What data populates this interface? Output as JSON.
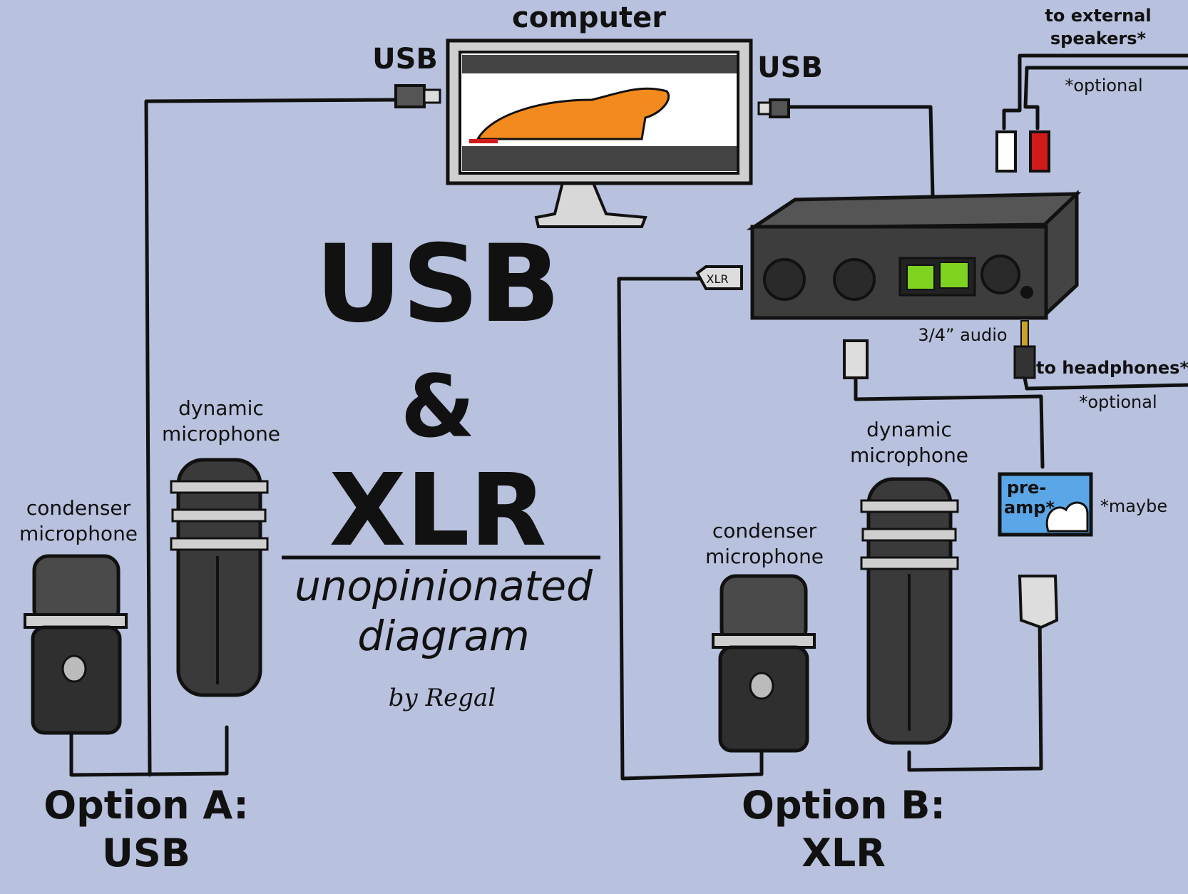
{
  "colors": {
    "background": "#b8c1dd",
    "ink": "#111111",
    "mic_body": "#3a3a3a",
    "screen_lizard": "#f28a1e",
    "meter_green": "#7ed321",
    "preamp_blue": "#5aa6e6",
    "rca_red": "#d11a1a",
    "rca_white": "#ffffff"
  },
  "computer": {
    "label": "computer"
  },
  "usb": {
    "left_label": "USB",
    "right_label": "USB"
  },
  "title": {
    "line1": "USB",
    "line2": "&",
    "line3": "XLR",
    "subtitle1": "unopinionated",
    "subtitle2": "diagram",
    "credit": "by Regal"
  },
  "option_a": {
    "title_line1": "Option A:",
    "title_line2": "USB",
    "condenser_line1": "condenser",
    "condenser_line2": "microphone",
    "dynamic_line1": "dynamic",
    "dynamic_line2": "microphone"
  },
  "option_b": {
    "title_line1": "Option B:",
    "title_line2": "XLR",
    "condenser_line1": "condenser",
    "condenser_line2": "microphone",
    "dynamic_line1": "dynamic",
    "dynamic_line2": "microphone"
  },
  "speakers": {
    "label_line1": "to external",
    "label_line2": "speakers*",
    "note": "*optional"
  },
  "headphones": {
    "jack_label": "3/4” audio",
    "label": "to headphones*",
    "note": "*optional"
  },
  "xlr_plug": {
    "label": "XLR"
  },
  "preamp": {
    "line1": "pre-",
    "line2": "amp*",
    "note": "*maybe"
  }
}
